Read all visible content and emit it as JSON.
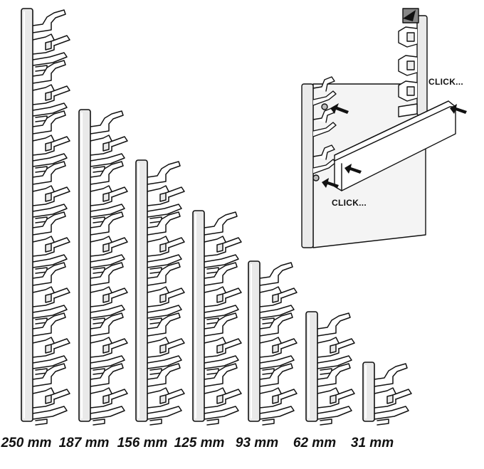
{
  "strips": [
    {
      "label": "250 mm",
      "clips": 8
    },
    {
      "label": "187 mm",
      "clips": 6
    },
    {
      "label": "156 mm",
      "clips": 5
    },
    {
      "label": "125 mm",
      "clips": 4
    },
    {
      "label": "93 mm",
      "clips": 3
    },
    {
      "label": "62 mm",
      "clips": 2
    },
    {
      "label": "31 mm",
      "clips": 1
    }
  ],
  "callouts": {
    "click_top": "CLICK...",
    "click_bottom": "CLICK..."
  },
  "colors": {
    "line": "#111111",
    "fill": "#ffffff",
    "shade": "#e9e9e9"
  }
}
